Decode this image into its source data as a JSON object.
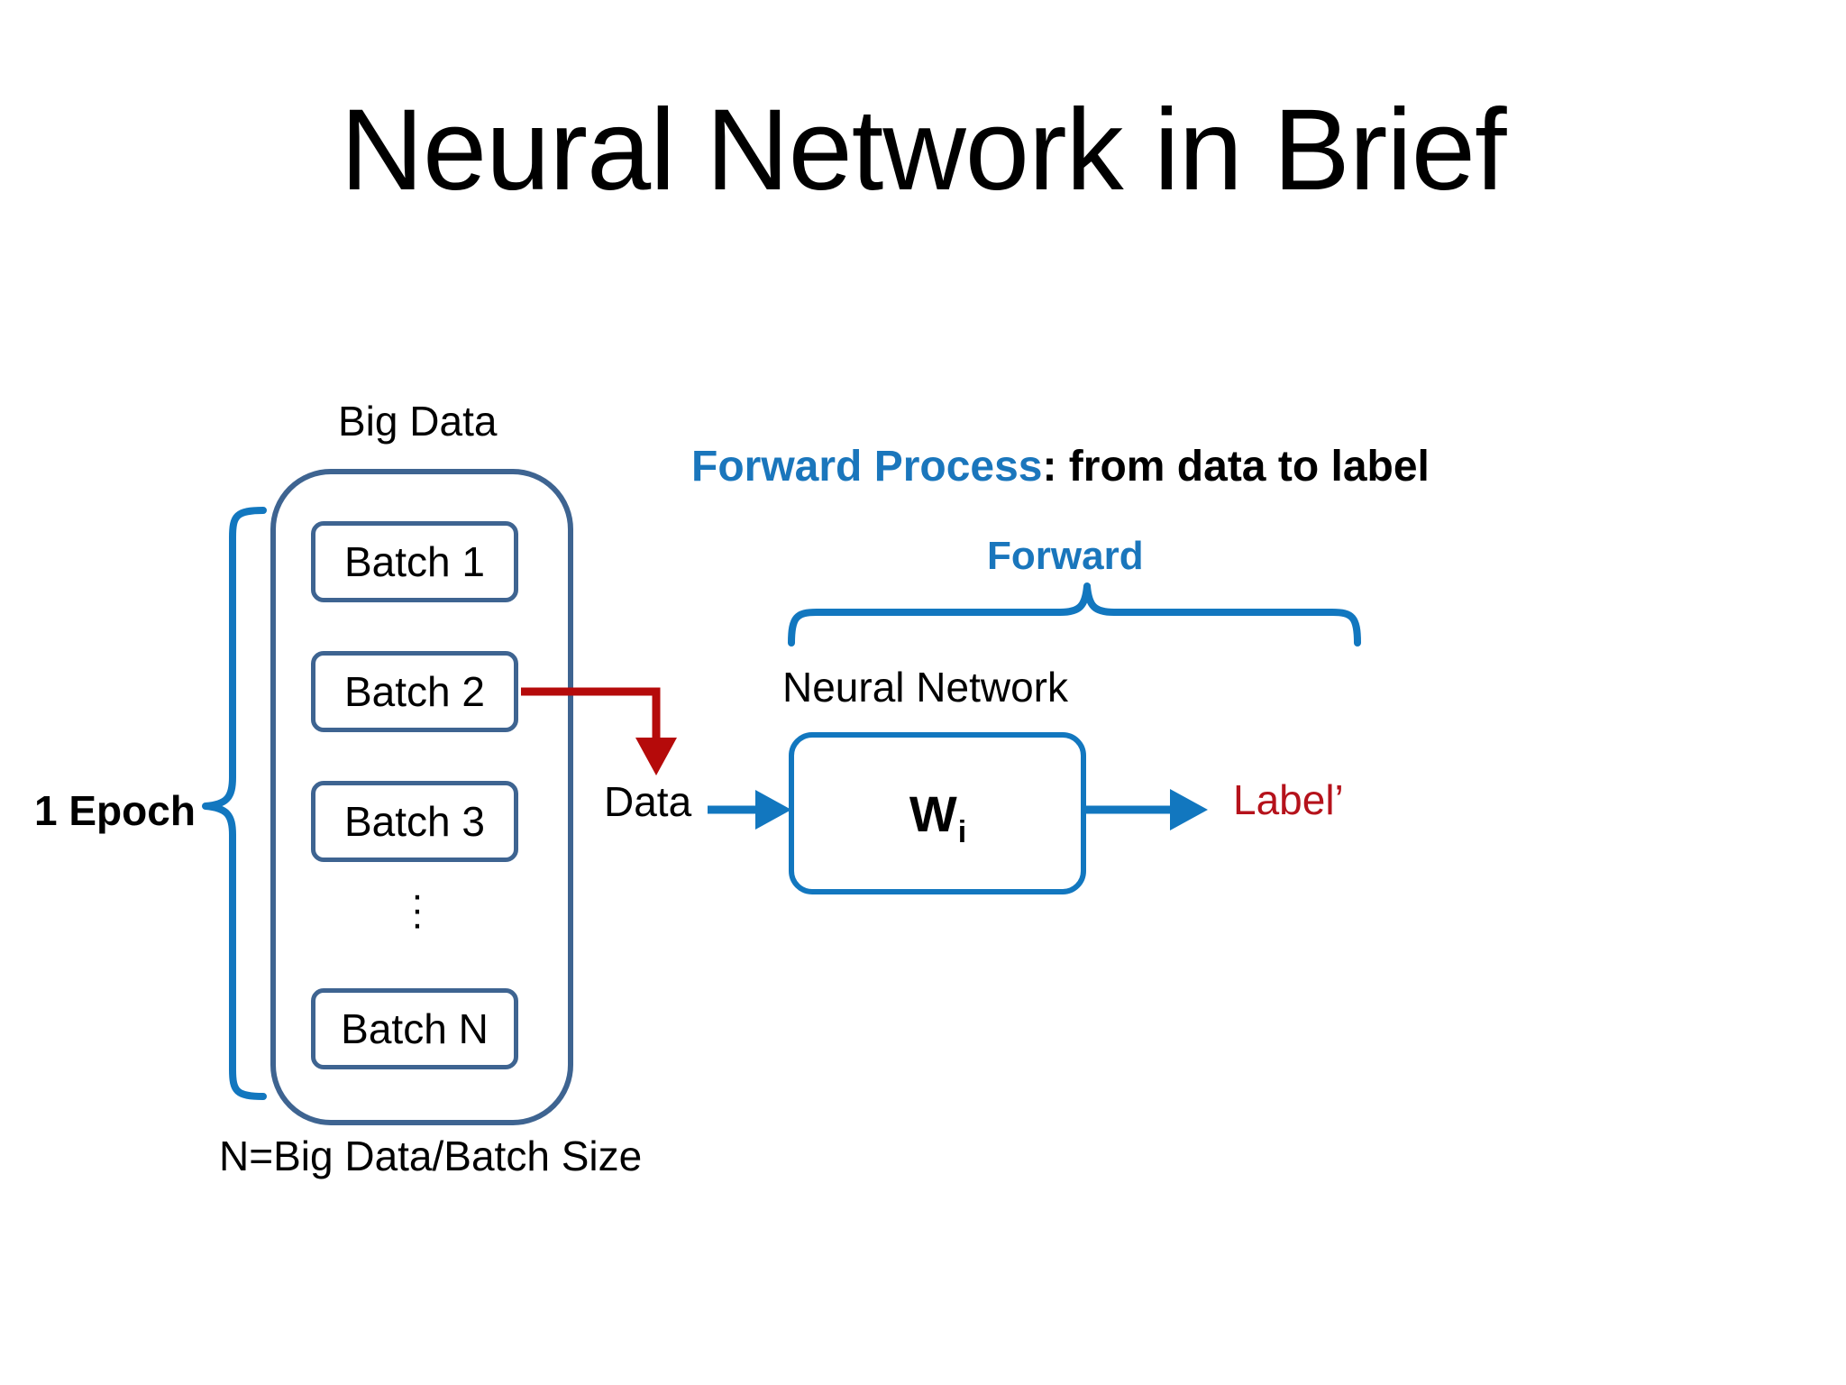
{
  "slide": {
    "title": "Neural Network in Brief",
    "background_color": "#ffffff"
  },
  "colors": {
    "batch_border": "#3e6491",
    "bright_blue": "#1277bf",
    "accent_blue": "#1a76bc",
    "dark_red": "#b5121b",
    "arrow_red": "#b50a0a",
    "text_black": "#000000"
  },
  "left_panel": {
    "big_data_label": "Big Data",
    "epoch_label": "1 Epoch",
    "formula_label": "N=Big Data/Batch Size",
    "batches": [
      {
        "label": "Batch 1"
      },
      {
        "label": "Batch 2"
      },
      {
        "label": "Batch 3"
      },
      {
        "label": "Batch N"
      }
    ],
    "ellipsis": "⋮"
  },
  "right_panel": {
    "heading_accent": "Forward Process",
    "heading_rest": ": from data to label",
    "brace_label": "Forward",
    "neural_network_label": "Neural Network",
    "data_label": "Data",
    "weights_label": "W",
    "weights_subscript": "i",
    "output_label": "Label’"
  }
}
